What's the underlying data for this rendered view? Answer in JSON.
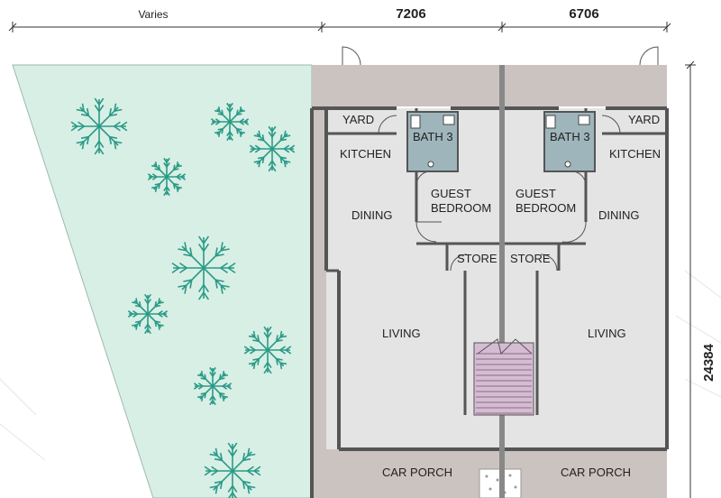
{
  "dimensions": {
    "varies": "Varies",
    "left_unit_width": "7206",
    "right_unit_width": "6706",
    "depth": "24384"
  },
  "left_unit": {
    "yard": "YARD",
    "bath": "BATH 3",
    "kitchen": "KITCHEN",
    "dining": "DINING",
    "guest_bedroom_line1": "GUEST",
    "guest_bedroom_line2": "BEDROOM",
    "store": "STORE",
    "living": "LIVING",
    "car_porch": "CAR PORCH"
  },
  "right_unit": {
    "yard": "YARD",
    "bath": "BATH 3",
    "kitchen": "KITCHEN",
    "dining": "DINING",
    "guest_bedroom_line1": "GUEST",
    "guest_bedroom_line2": "BEDROOM",
    "store": "STORE",
    "living": "LIVING",
    "car_porch": "CAR PORCH"
  },
  "colors": {
    "garden": "#d8efe6",
    "tree": "#2a9a86",
    "floor": "#e4e4e4",
    "wall": "#555555",
    "roof_strip": "#cbc3c0",
    "bath": "#9fb5bc",
    "stair": "#d6bcd2"
  }
}
